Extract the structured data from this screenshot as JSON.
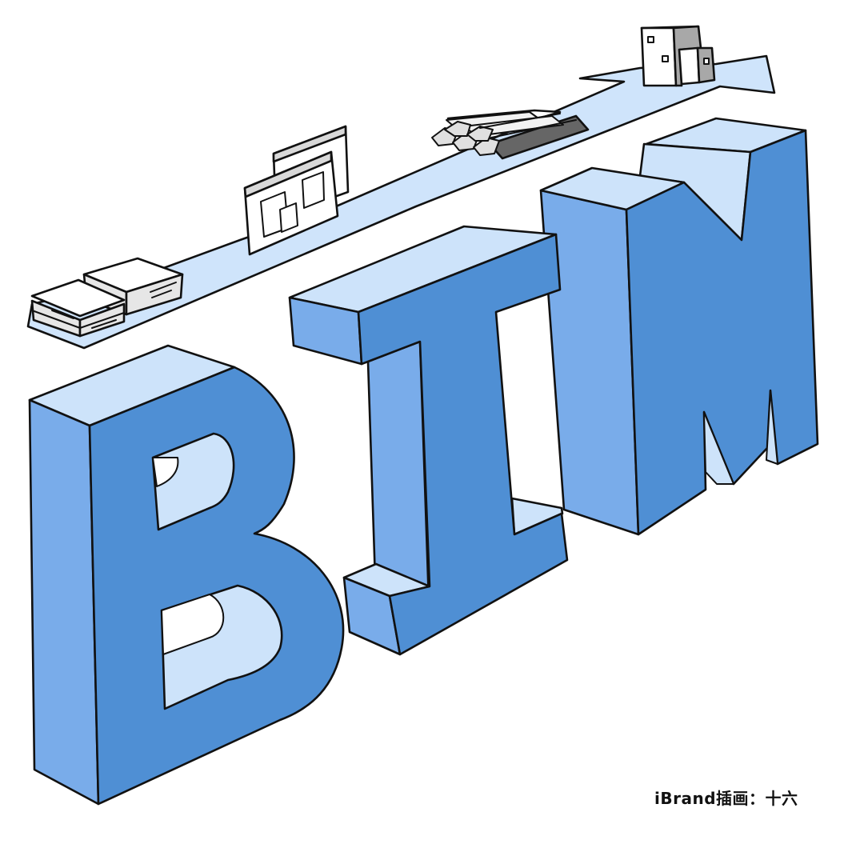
{
  "illustration": {
    "subject": "3D letters BIM in front of a construction workflow conveyor path",
    "letters": [
      "B",
      "I",
      "M"
    ],
    "path_items": [
      "stacked-boards",
      "blueprint-windows",
      "steel-ingots",
      "finished-building"
    ],
    "credit": "iBrand插画：十六"
  },
  "colors": {
    "face": "#4f8fd4",
    "side": "#79acea",
    "top": "#cde3fa",
    "path": "#cfe4fb",
    "outline": "#111111",
    "background": "#ffffff"
  }
}
